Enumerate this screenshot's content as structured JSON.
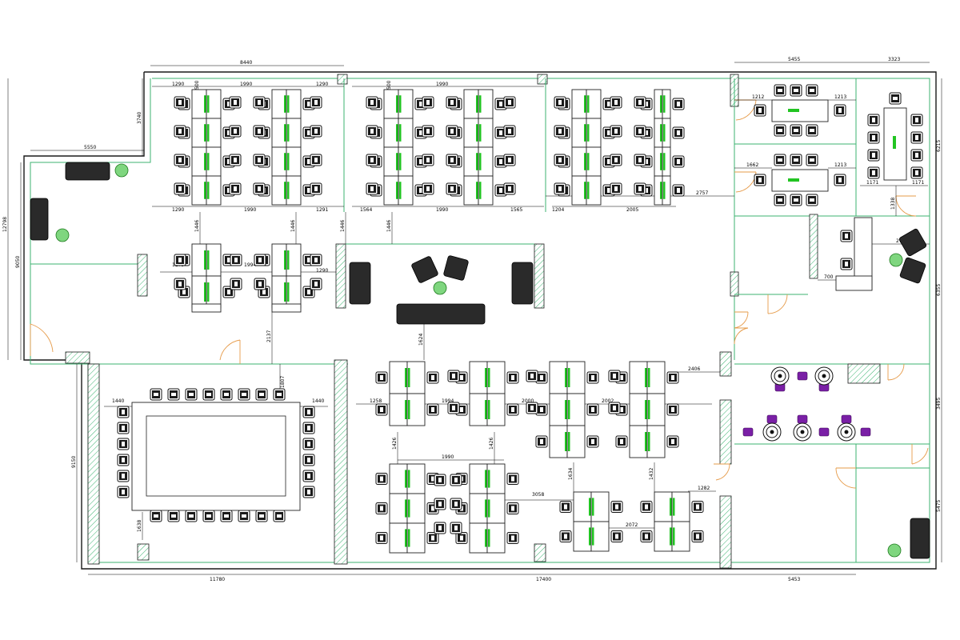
{
  "dimensions": {
    "top_left": "8440",
    "top_right_a": "5455",
    "top_right_b": "3323",
    "left_wing_top": "5550",
    "left_outer": "12798",
    "left_inner": "9050",
    "left_lower": "9150",
    "bottom_left": "11780",
    "bottom_mid": "17400",
    "bottom_right": "5453",
    "right_a": "6215",
    "right_b": "6355",
    "right_c": "3495",
    "right_d": "5475",
    "vert_3740": "3740",
    "c1290a": "1290",
    "c1990a": "1990",
    "c1290b": "1290",
    "c500a": "500",
    "c500b": "500",
    "c1990b": "1990",
    "r1290": "1290",
    "r1990": "1990",
    "r1291": "1291",
    "r1564": "1564",
    "r1990b": "1990",
    "r1565": "1565",
    "r1204": "1204",
    "r2005": "2005",
    "d2757": "2757",
    "d1446a": "1446",
    "d1446b": "1446",
    "d1446c": "1446",
    "d1446d": "1446",
    "d1279": "1279",
    "d1994": "1994",
    "d1290c": "1290",
    "d2137": "2137",
    "d1624": "1624",
    "d1807": "1807",
    "d1440a": "1440",
    "d1440b": "1440",
    "d1638": "1638",
    "d1258": "1258",
    "d1994b": "1994",
    "d2000": "2000",
    "d2002": "2002",
    "d2406": "2406",
    "d1426a": "1426",
    "d1426b": "1426",
    "d1990c": "1990",
    "d3058": "3058",
    "d1634": "1634",
    "d1432": "1432",
    "d1282": "1282",
    "d2072": "2072",
    "d1212": "1212",
    "d1213a": "1213",
    "d1662": "1662",
    "d1213b": "1213",
    "d1171a": "1171",
    "d1171b": "1171",
    "d1338": "1338",
    "d2729": "2729",
    "d700": "700"
  },
  "colors": {
    "wall_outline": "#1a1a1a",
    "partition": "#3cb371",
    "window": "#fff8c4",
    "monitor": "#22c422",
    "door_swing": "#e69b4a",
    "lounge_chair": "#7a1fa6"
  }
}
